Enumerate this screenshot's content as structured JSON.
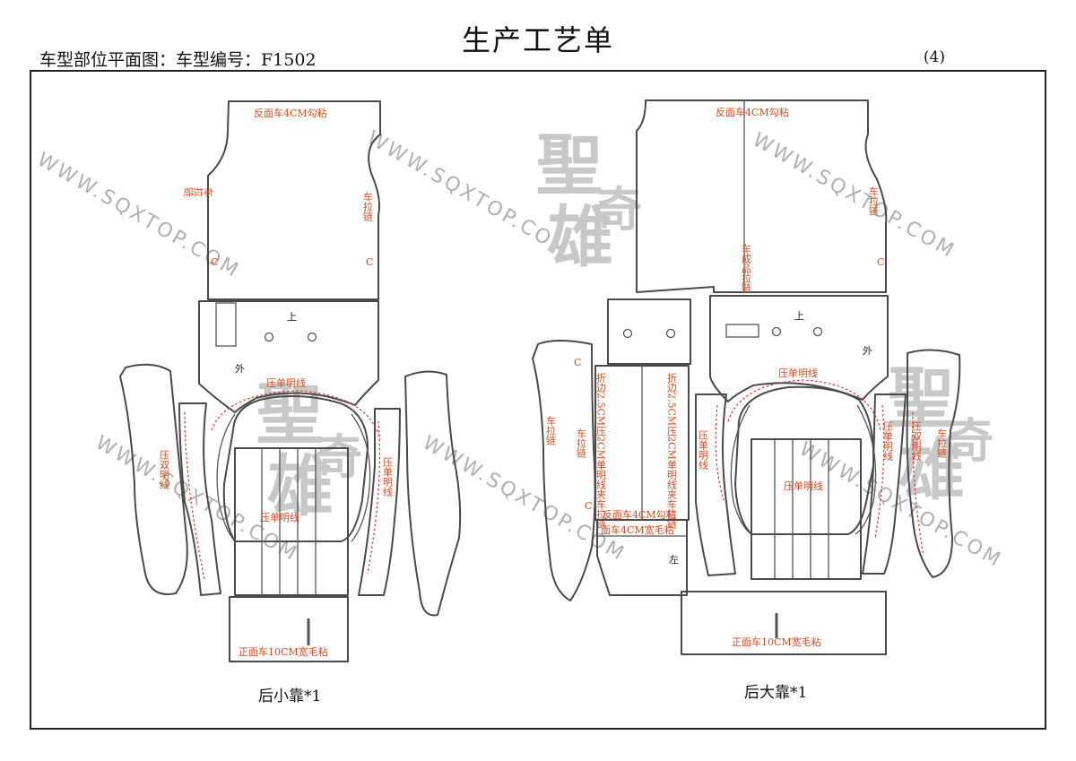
{
  "header": {
    "title": "生产工艺单",
    "subtitle": "车型部位平面图：车型编号：F1502",
    "page_number": "(4)"
  },
  "watermark": {
    "url_text": "WWW.SQXTOP.COM",
    "logo_chars": [
      "聖",
      "奇",
      "雄"
    ]
  },
  "left_pattern": {
    "caption": "后小靠*1",
    "notes": {
      "top_seam": "反面车4CM勾粘",
      "zip_left": "车拉链",
      "zip_right": "车拉链",
      "c_left": "C",
      "c_right": "C",
      "up": "上",
      "out": "外",
      "press_line_top": "压单明线",
      "press_double_left": "压双明线",
      "press_single_right": "压单明线",
      "press_line_center": "压单明线",
      "bottom_seam": "正面车10CM宽毛粘"
    }
  },
  "right_pattern": {
    "caption": "后大靠*1",
    "notes": {
      "top_seam": "反面车4CM勾粘",
      "zip_right": "车拉链",
      "c_right": "C",
      "finished_zip": "车成品拉链",
      "up": "上",
      "out": "外",
      "press_line_top": "压单明线",
      "fold_left": "折边2.5CM压2CM单明线夹车拉链",
      "fold_right": "折边2.5CM压2CM单明线夹车拉链",
      "c_left_top": "C",
      "c_left_bottom": "C",
      "zip_left_outer": "车拉链",
      "zip_left_inner": "车拉链",
      "press_single_left": "压单明线",
      "press_line_center": "压单明线",
      "press_single_right": "压单明线",
      "press_double_right": "压双明线",
      "zip_far_right": "车拉链",
      "flap_seam": "反面车4CM勾粘",
      "flap_seam_2": "面车4CM宽毛粘",
      "left_mark": "左",
      "bottom_seam": "正面车10CM宽毛粘"
    }
  }
}
